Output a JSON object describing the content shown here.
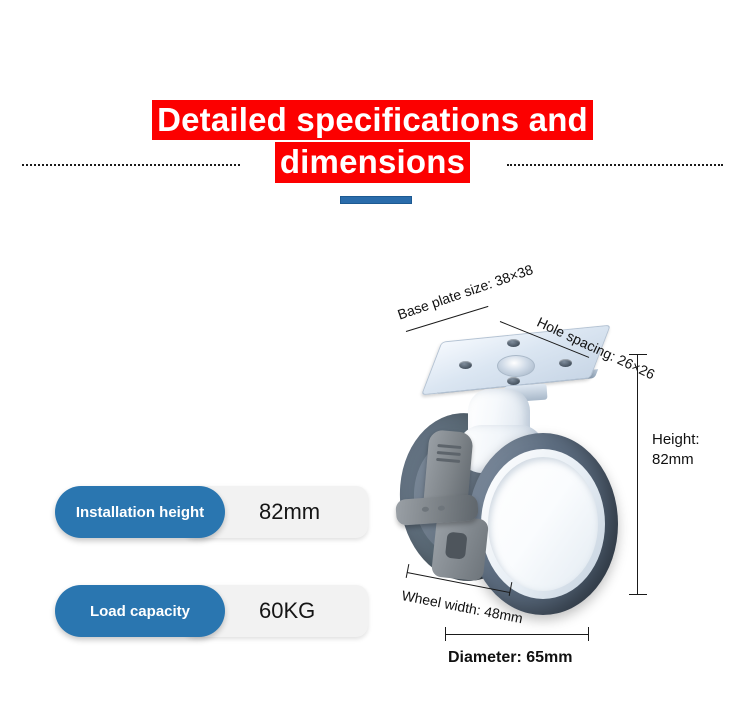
{
  "header": {
    "title_line_1": "Detailed specifications and",
    "title_line_2": "dimensions",
    "title_bg_color": "#fc0000",
    "title_text_color": "#ffffff",
    "underline_color": "#2a6cab"
  },
  "specs": [
    {
      "label": "Installation height",
      "value": "82mm",
      "label_bg_color": "#2a76b0",
      "value_bg_color": "#f2f2f2"
    },
    {
      "label": "Load capacity",
      "value": "60KG",
      "label_bg_color": "#2a76b0",
      "value_bg_color": "#f2f2f2"
    }
  ],
  "product": {
    "dimensions": {
      "base_plate": "Base plate size: 38×38",
      "hole_spacing": "Hole spacing: 26×26",
      "height_label": "Height:",
      "height_value": "82mm",
      "wheel_width": "Wheel width: 48mm",
      "diameter": "Diameter: 65mm"
    },
    "colors": {
      "wheel_tread": "#5d6d80",
      "wheel_hub": "#ffffff",
      "brake_pedal": "#7e8489",
      "top_plate": "#dbe6f2"
    }
  }
}
